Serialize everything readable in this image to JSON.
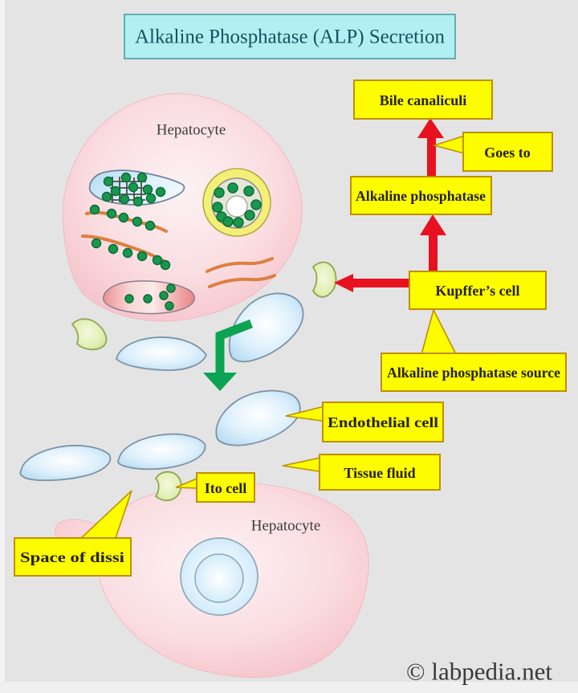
{
  "title": "Alkaline Phosphatase (ALP) Secretion",
  "watermark": "© labpedia.net",
  "labels": {
    "hepatocyte_top": "Hepatocyte",
    "hepatocyte_bottom": "Hepatocyte"
  },
  "boxes": {
    "bile_canaliculi": "Bile canaliculi",
    "goes_to": "Goes to",
    "alkaline_phosphatase": "Alkaline phosphatase",
    "kupffers_cell": "Kupffer’s cell",
    "alkaline_phosphatase_source": "Alkaline phosphatase source",
    "endothelial_cell": "Endothelial cell",
    "tissue_fluid": "Tissue fluid",
    "ito_cell": "Ito cell",
    "space_of_dissi": "Space of dissi"
  },
  "icons": {
    "red_arrow_up_1": "up-arrow-icon",
    "red_arrow_up_2": "up-arrow-icon",
    "red_arrow_left": "left-arrow-icon",
    "green_arrow_down": "bent-down-arrow-icon"
  },
  "colors": {
    "background": "#e4e4e4",
    "title_fill": "#b0f0f2",
    "title_border": "#4aa0a4",
    "title_text": "#14535e",
    "label_box_fill": "#fdfd00",
    "label_box_border": "#bf9000",
    "arrow_red": "#e81120",
    "arrow_green": "#0ca352",
    "hepatocyte_pink": "#f7c9d0",
    "cell_blue": "#a9d4ef",
    "cell_green": "#cbdf86",
    "granule_green": "#18984e",
    "filament_orange": "#dc8040"
  }
}
